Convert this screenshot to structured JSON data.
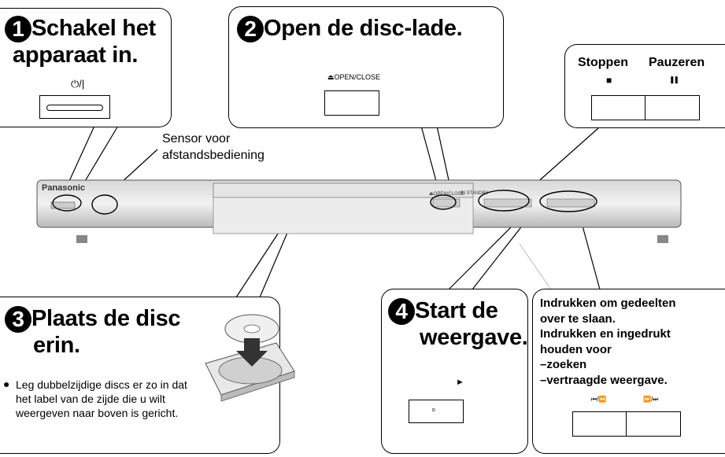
{
  "step1": {
    "number": "1",
    "title_line1": "Schakel het",
    "title_line2": "apparaat in.",
    "button_symbol": "⏻/|"
  },
  "step2": {
    "number": "2",
    "title": "Open de disc-lade.",
    "button_label": "⏏OPEN/CLOSE"
  },
  "stop_pause": {
    "stop_label": "Stoppen",
    "pause_label": "Pauzeren",
    "stop_symbol": "■",
    "pause_symbol": "❚❚"
  },
  "sensor": {
    "line1": "Sensor voor",
    "line2": "afstandsbediening"
  },
  "device": {
    "brand": "Panasonic",
    "open_close": "⏏OPEN/CLOSE",
    "standby": "IN STANDBY"
  },
  "step3": {
    "number": "3",
    "title_line1": "Plaats de disc",
    "title_line2": "erin.",
    "note": "Leg dubbelzijdige discs er zo in dat het label van de zijde die u wilt weergeven naar boven is gericht."
  },
  "step4": {
    "number": "4",
    "title_line1": "Start de",
    "title_line2": "weergave.",
    "play_symbol": "►",
    "button_symbol": "◦"
  },
  "skip": {
    "line1": "Indrukken om gedeelten",
    "line2": "over te slaan.",
    "line3": "Indrukken en ingedrukt",
    "line4": "houden voor",
    "line5": "–zoeken",
    "line6": "–vertraagde weergave.",
    "prev_symbol": "⏮/⏪",
    "next_symbol": "⏩/⏭"
  }
}
